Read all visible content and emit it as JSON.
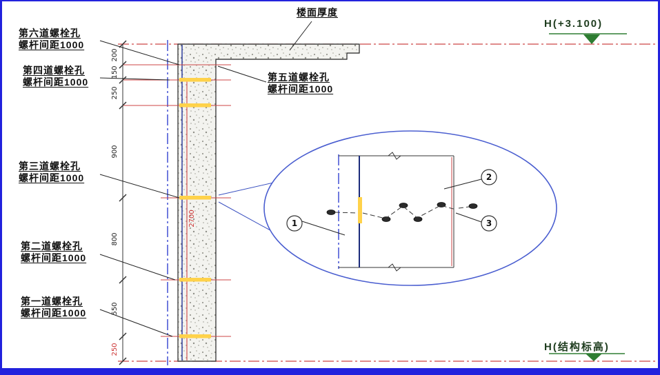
{
  "annotations": {
    "floor_thickness": "楼面厚度",
    "top_elevation": "H(+3.100)",
    "bottom_elevation": "H(结构标高)"
  },
  "bolt_labels": [
    {
      "name": "第六道螺栓孔",
      "spacing": "螺杆间距1000"
    },
    {
      "name": "第四道螺栓孔",
      "spacing": "螺杆间距1000"
    },
    {
      "name": "第五道螺栓孔",
      "spacing": "螺杆间距1000"
    },
    {
      "name": "第三道螺栓孔",
      "spacing": "螺杆间距1000"
    },
    {
      "name": "第二道螺栓孔",
      "spacing": "螺杆间距1000"
    },
    {
      "name": "第一道螺栓孔",
      "spacing": "螺杆间距1000"
    }
  ],
  "dimensions": {
    "segments": [
      "200",
      "150",
      "250",
      "900",
      "800",
      "550",
      "250"
    ],
    "wall_height": "2700"
  },
  "callouts": [
    "1",
    "2",
    "3"
  ],
  "colors": {
    "frame_blue": "#2222dd",
    "datum_red": "#cc4444",
    "centerline_blue": "#2233cc",
    "bolt_yellow": "#ffd24a",
    "elevation_green": "#2e7d32",
    "dim_red": "#cc3333"
  }
}
